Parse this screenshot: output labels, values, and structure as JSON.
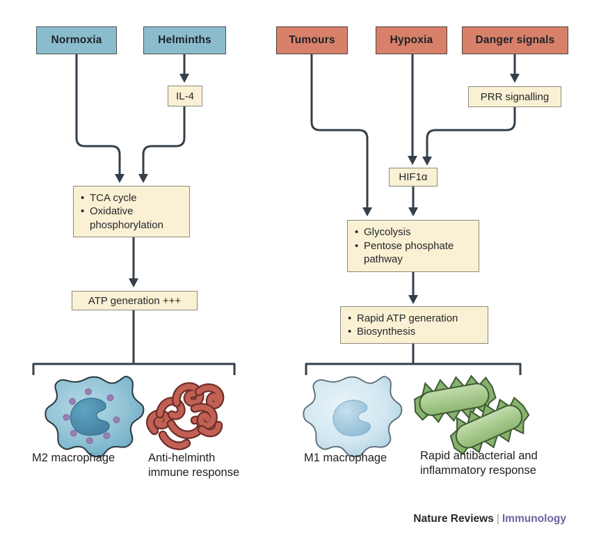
{
  "left": {
    "input_normoxia": "Normoxia",
    "input_helminths": "Helminths",
    "mediator_il4": "IL-4",
    "process_item_1": "TCA cycle",
    "process_item_2": "Oxidative phosphorylation",
    "output_atp": "ATP generation +++",
    "outcome_m2": "M2 macrophage",
    "outcome_antihelminth": "Anti-helminth immune response"
  },
  "right": {
    "input_tumours": "Tumours",
    "input_hypoxia": "Hypoxia",
    "input_danger": "Danger signals",
    "mediator_prr": "PRR signalling",
    "mediator_hif1a": "HIF1α",
    "process_item_1": "Glycolysis",
    "process_item_2": "Pentose phosphate pathway",
    "output_item_1": "Rapid ATP generation",
    "output_item_2": "Biosynthesis",
    "outcome_m1": "M1 macrophage",
    "outcome_antibacterial": "Rapid antibacterial and inflammatory response"
  },
  "footer": {
    "journal": "Nature Reviews",
    "divider": "|",
    "section": "Immunology"
  },
  "colors": {
    "input_blue": "#8bbccd",
    "input_red": "#d8806a",
    "process_cream": "#faf0d3",
    "connector": "#333f4a",
    "footer_brand": "#6a66a3"
  }
}
